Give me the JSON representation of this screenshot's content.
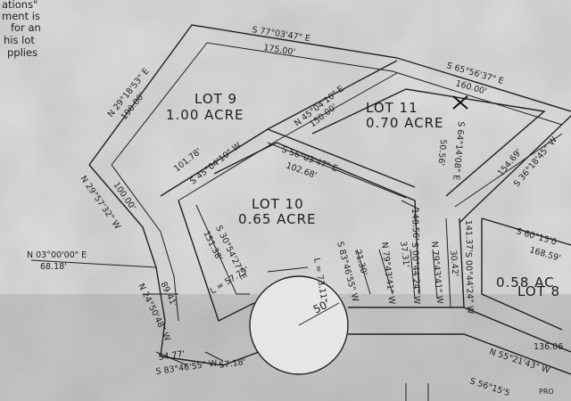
{
  "note_lines": [
    "ations\"",
    "ment is",
    "for an",
    "his lot",
    "pplies"
  ],
  "lots": [
    {
      "name": "LOT 9",
      "area": "1.00 ACRE"
    },
    {
      "name": "LOT 10",
      "area": "0.65 ACRE"
    },
    {
      "name": "LOT 11",
      "area": "0.70 ACRE"
    },
    {
      "name": "LOT 8",
      "area": "0.58 AC"
    }
  ],
  "labels": {
    "b1": "S 77°03'47\" E",
    "d1": "175.00'",
    "b2": "S 65°56'37\" E",
    "d2": "160.00'",
    "b3": "N 29°18'53\" E",
    "d3": "190.00'",
    "b4": "N 45°04'10\" E",
    "d4": "150.00'",
    "b5": "S 56°03'47\" E",
    "d5": "102.68'",
    "b6": "S 45°04'10\" W",
    "d6": "101.78'",
    "b7": "S 64°14'08\" E",
    "d7": "50.56'",
    "b8": "S 36°18'45\" W",
    "d8": "154.69'",
    "b9": "N 29°57'32\" W",
    "d9": "100.00'",
    "b10": "N 03°00'00\" E",
    "d10": "68.18'",
    "b11": "S 30°54'27\" E",
    "d11": "151.38'",
    "b12": "S 60°15'0",
    "d12": "168.59'",
    "b13": "N 24°50'48\" W",
    "d13": "89.41'",
    "curve1": "L = 57.79'",
    "curve2": "L = 73.11'",
    "b14": "S 83°46'55\" W",
    "d14": "21.30'",
    "b15": "N 79°43'41\" W",
    "d15": "37.31'",
    "b16": "S 00°44'24\" W",
    "d16": "140.56'",
    "b17": "N 79°43'41\" W",
    "d17": "30.42'",
    "b18": "S 00°44'24\" W",
    "d18": "141.37'",
    "radius": "50'",
    "d19": "54.77'",
    "b19": "S 83°46'55\" W",
    "d20": "57.18'",
    "b20": "N 55°21'43\" W",
    "d21": "136.06",
    "b21": "S 56°15'5",
    "tag": "PRO"
  },
  "colors": {
    "paper": "#c9c9c9",
    "ink": "#202020"
  }
}
